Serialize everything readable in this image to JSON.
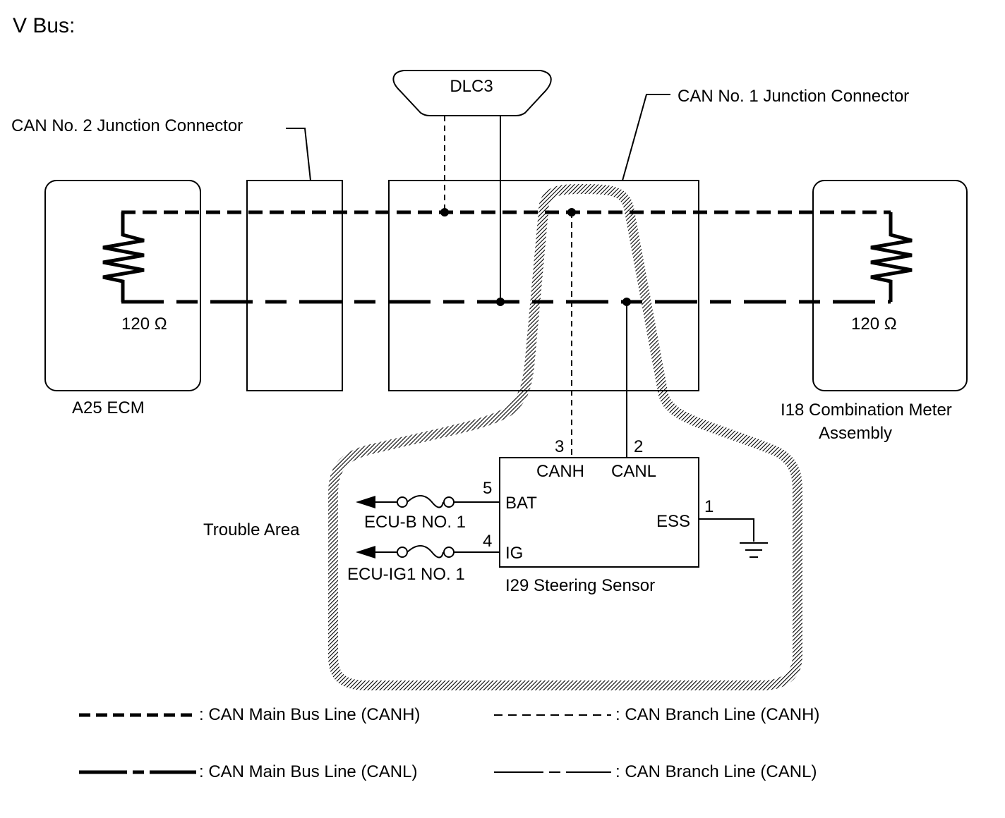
{
  "title": "V Bus:",
  "dlc": "DLC3",
  "junction2": "CAN No. 2 Junction Connector",
  "junction1": "CAN No. 1 Junction Connector",
  "ecm": {
    "label": "A25  ECM",
    "resistor": "120 Ω"
  },
  "meter": {
    "label_line1": "I18  Combination Meter",
    "label_line2": "Assembly",
    "resistor": "120 Ω"
  },
  "sensor": {
    "label": "I29  Steering Sensor",
    "pins": {
      "canh_num": "3",
      "canh": "CANH",
      "canl_num": "2",
      "canl": "CANL",
      "bat_num": "5",
      "bat": "BAT",
      "ig_num": "4",
      "ig": "IG",
      "ess_num": "1",
      "ess": "ESS"
    }
  },
  "fuses": {
    "ecu_b": "ECU-B NO. 1",
    "ecu_ig1": "ECU-IG1 NO. 1"
  },
  "trouble_area": "Trouble Area",
  "legend": {
    "main_canh": ": CAN Main Bus Line (CANH)",
    "branch_canh": ": CAN Branch Line (CANH)",
    "main_canl": ": CAN Main Bus Line (CANL)",
    "branch_canl": ": CAN Branch Line (CANL)"
  }
}
